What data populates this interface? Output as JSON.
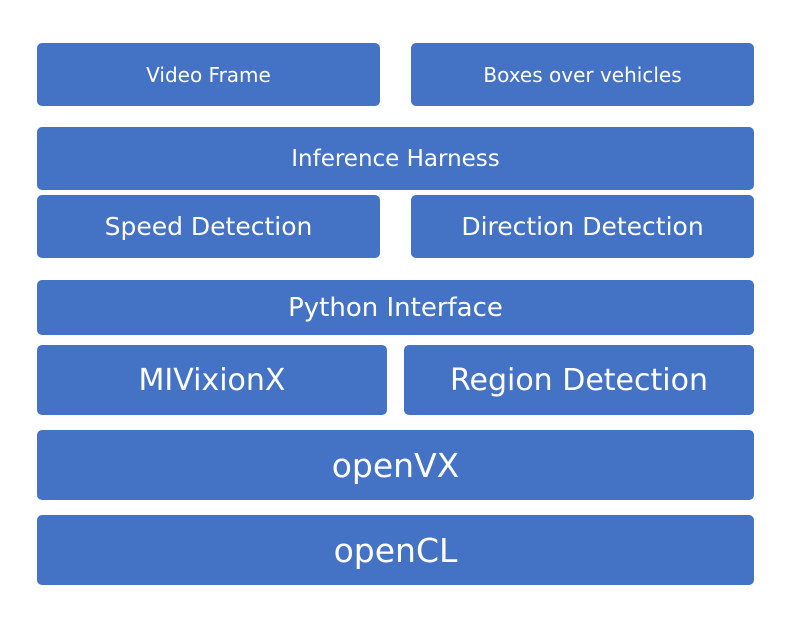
{
  "layers": {
    "video_frame": "Video Frame",
    "boxes_over_vehicles": "Boxes over vehicles",
    "inference_harness": "Inference Harness",
    "speed_detection": "Speed Detection",
    "direction_detection": "Direction Detection",
    "python_interface": "Python Interface",
    "mivisionx": "MIVixionX",
    "region_detection": "Region Detection",
    "openvx": "openVX",
    "opencl": "openCL"
  },
  "colors": {
    "box_fill": "#4472c4",
    "box_text": "#ffffff",
    "background": "#ffffff"
  }
}
